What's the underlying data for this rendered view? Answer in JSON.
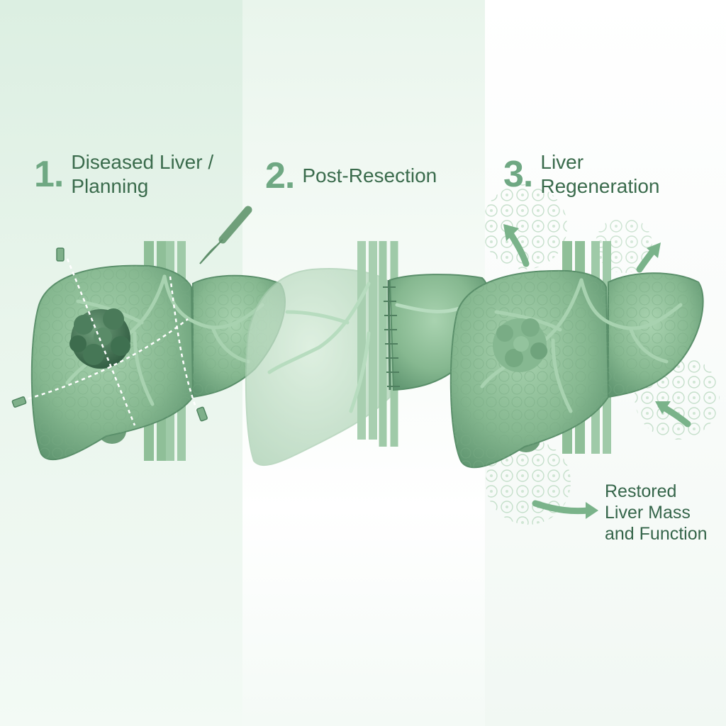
{
  "steps": [
    {
      "number": "1",
      "line1": "Diseased Liver /",
      "line2": "Planning"
    },
    {
      "number": "2",
      "line1": "Post-Resection",
      "line2": ""
    },
    {
      "number": "3",
      "line1": "Liver",
      "line2": "Regeneration"
    }
  ],
  "note": {
    "line1": "Restored",
    "line2": "Liver Mass",
    "line3": "and Function"
  },
  "colors": {
    "liver": "#8fbf98",
    "liver_dark": "#5e9570",
    "tumor": "#3f7050",
    "vessel": "#9fcaa8",
    "accent": "#6fa883",
    "text": "#3a6b4c"
  },
  "icons": [
    "scalpel-icon",
    "clip-icon",
    "regeneration-arrow-icon",
    "cell-cluster-icon"
  ]
}
